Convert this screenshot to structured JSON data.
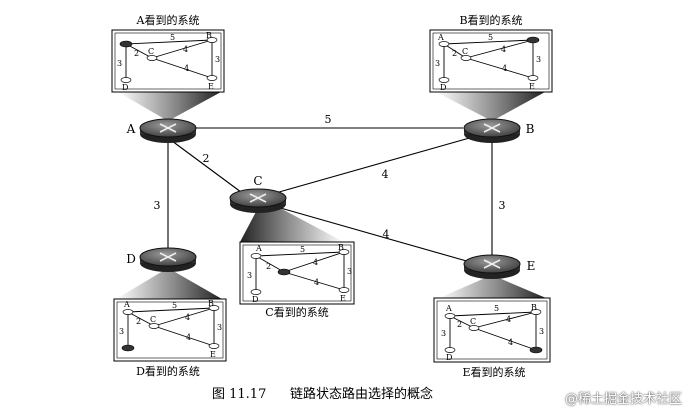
{
  "caption": {
    "number": "图 11.17",
    "text": "链路状态路由选择的概念"
  },
  "routers": {
    "A": "A",
    "B": "B",
    "C": "C",
    "D": "D",
    "E": "E"
  },
  "links": {
    "AB": "5",
    "AC": "2",
    "AD": "3",
    "CB": "4",
    "CE": "4",
    "BE": "3"
  },
  "views": {
    "A": "A看到的系统",
    "B": "B看到的系统",
    "C": "C看到的系统",
    "D": "D看到的系统",
    "E": "E看到的系统"
  },
  "watermark": "@稀土掘金技术社区"
}
